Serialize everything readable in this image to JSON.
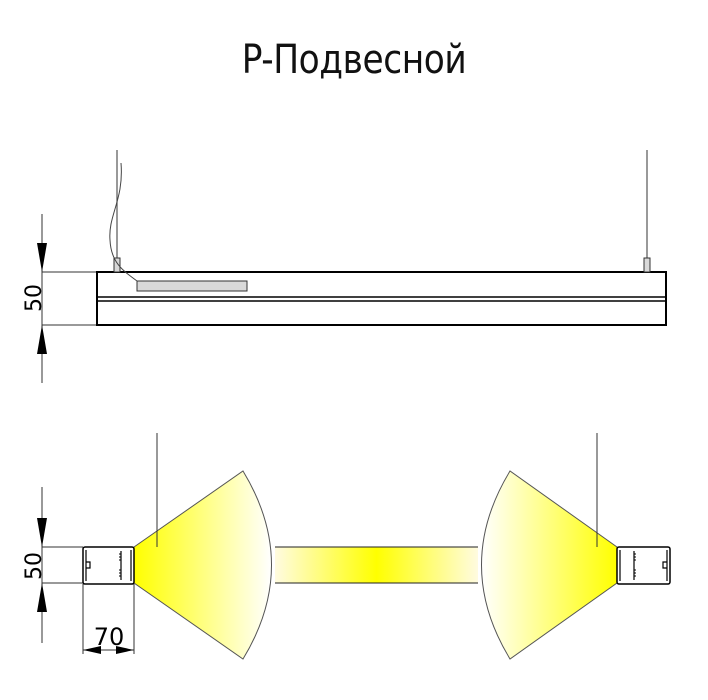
{
  "title": "P-Подвесной",
  "side_view": {
    "dimension_height_label": "50"
  },
  "front_view": {
    "dimension_height_label": "50",
    "dimension_width_label": "70"
  },
  "colors": {
    "line": "#000000",
    "cable": "#555555",
    "driver_fill": "#d9d9d9",
    "light_yellow": "#ffff00",
    "light_fade": "#ffffff"
  }
}
